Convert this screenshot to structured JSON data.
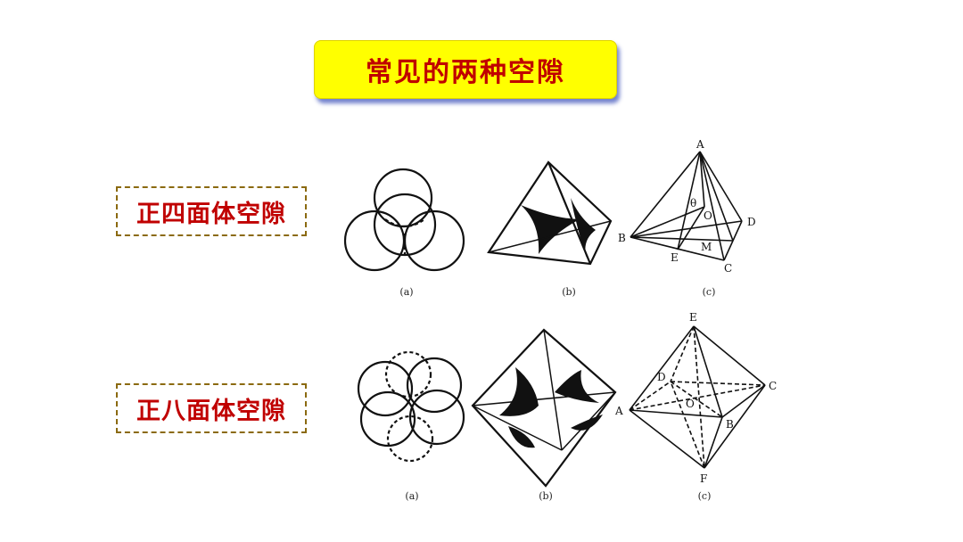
{
  "title": "常见的两种空隙",
  "rows": [
    {
      "label": "正四面体空隙",
      "captions": [
        "(a)",
        "(b)",
        "(c)"
      ],
      "vertex_labels": {
        "A": "A",
        "B": "B",
        "C": "C",
        "D": "D",
        "E": "E",
        "M": "M",
        "O": "O",
        "theta": "θ"
      }
    },
    {
      "label": "正八面体空隙",
      "captions": [
        "(a)",
        "(b)",
        "(c)"
      ],
      "vertex_labels": {
        "A": "A",
        "B": "B",
        "C": "C",
        "D": "D",
        "E": "E",
        "F": "F",
        "O": "O"
      }
    }
  ],
  "colors": {
    "title_bg": "#ffff00",
    "title_text": "#c00000",
    "label_text": "#c00000",
    "label_border": "#8b6a10"
  }
}
